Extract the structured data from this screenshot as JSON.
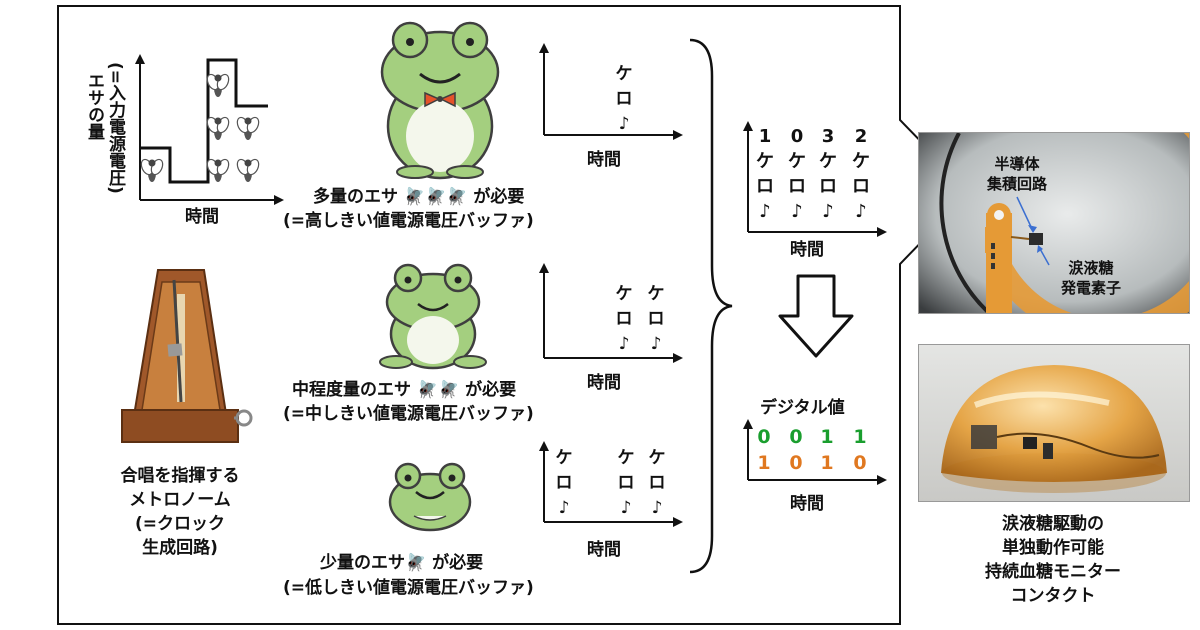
{
  "input_chart": {
    "ylabel": "エサの量",
    "ylabel_sub": "(=入力電源電圧)",
    "xlabel": "時間"
  },
  "frogs": [
    {
      "caption": "多量のエサ 🪰🪰🪰 が必要",
      "caption_sub": "(=高しきい値電源電圧バッファ)",
      "signals": [
        "ケ",
        "ロ",
        "♪"
      ],
      "xlabel": "時間"
    },
    {
      "caption": "中程度量のエサ 🪰🪰 が必要",
      "caption_sub": "(=中しきい値電源電圧バッファ)",
      "signals": [
        "ケ",
        "ロ",
        "♪"
      ],
      "xlabel": "時間"
    },
    {
      "caption": "少量のエサ🪰 が必要",
      "caption_sub": "(=低しきい値電源電圧バッファ)",
      "signals": [
        "ケ",
        "ロ",
        "♪"
      ],
      "xlabel": "時間"
    }
  ],
  "metronome": {
    "line1": "合唱を指揮する",
    "line2": "メトロノーム",
    "line3": "(=クロック",
    "line4": "生成回路)"
  },
  "combined": {
    "numbers": [
      "1",
      "0",
      "3",
      "2"
    ],
    "signals": [
      "ケ",
      "ロ",
      "♪"
    ],
    "xlabel": "時間"
  },
  "digital": {
    "title": "デジタル値",
    "row1": [
      "0",
      "0",
      "1",
      "1"
    ],
    "row2": [
      "1",
      "0",
      "1",
      "0"
    ],
    "xlabel": "時間",
    "row1_color": "#1a9e2e",
    "row2_color": "#e07820"
  },
  "photo1": {
    "label_ic_1": "半導体",
    "label_ic_2": "集積回路",
    "label_gen_1": "涙液糖",
    "label_gen_2": "発電素子"
  },
  "photo2": {
    "caption1": "涙液糖駆動の",
    "caption2": "単独動作可能",
    "caption3": "持続血糖モニター",
    "caption4": "コンタクト"
  },
  "colors": {
    "frog_green": "#a4cf7f",
    "frog_belly": "#f4f7ec",
    "bowtie": "#e5532a",
    "metronome_wood": "#a0582a"
  }
}
